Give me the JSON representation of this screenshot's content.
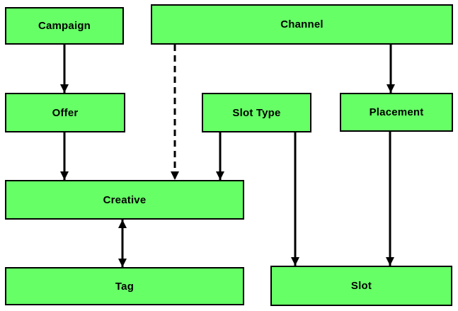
{
  "diagram": {
    "type": "flowchart",
    "colors": {
      "background": "#FFFFFF",
      "node_fill": "#66FF66",
      "node_border": "#000000",
      "edge": "#000000",
      "text": "#000000"
    },
    "nodes": {
      "campaign": {
        "label": "Campaign"
      },
      "channel": {
        "label": "Channel"
      },
      "offer": {
        "label": "Offer"
      },
      "slot_type": {
        "label": "Slot Type"
      },
      "placement": {
        "label": "Placement"
      },
      "creative": {
        "label": "Creative"
      },
      "tag": {
        "label": "Tag"
      },
      "slot": {
        "label": "Slot"
      }
    },
    "edges": [
      {
        "from": "campaign",
        "to": "offer",
        "style": "solid",
        "direction": "one-way"
      },
      {
        "from": "offer",
        "to": "creative",
        "style": "solid",
        "direction": "one-way"
      },
      {
        "from": "channel",
        "to": "creative",
        "style": "dashed",
        "direction": "one-way"
      },
      {
        "from": "slot_type",
        "to": "creative",
        "style": "solid",
        "direction": "one-way"
      },
      {
        "from": "channel",
        "to": "placement",
        "style": "solid",
        "direction": "one-way"
      },
      {
        "from": "slot_type",
        "to": "slot",
        "style": "solid",
        "direction": "one-way"
      },
      {
        "from": "placement",
        "to": "slot",
        "style": "solid",
        "direction": "one-way"
      },
      {
        "from": "creative",
        "to": "tag",
        "style": "solid",
        "direction": "two-way"
      }
    ]
  }
}
